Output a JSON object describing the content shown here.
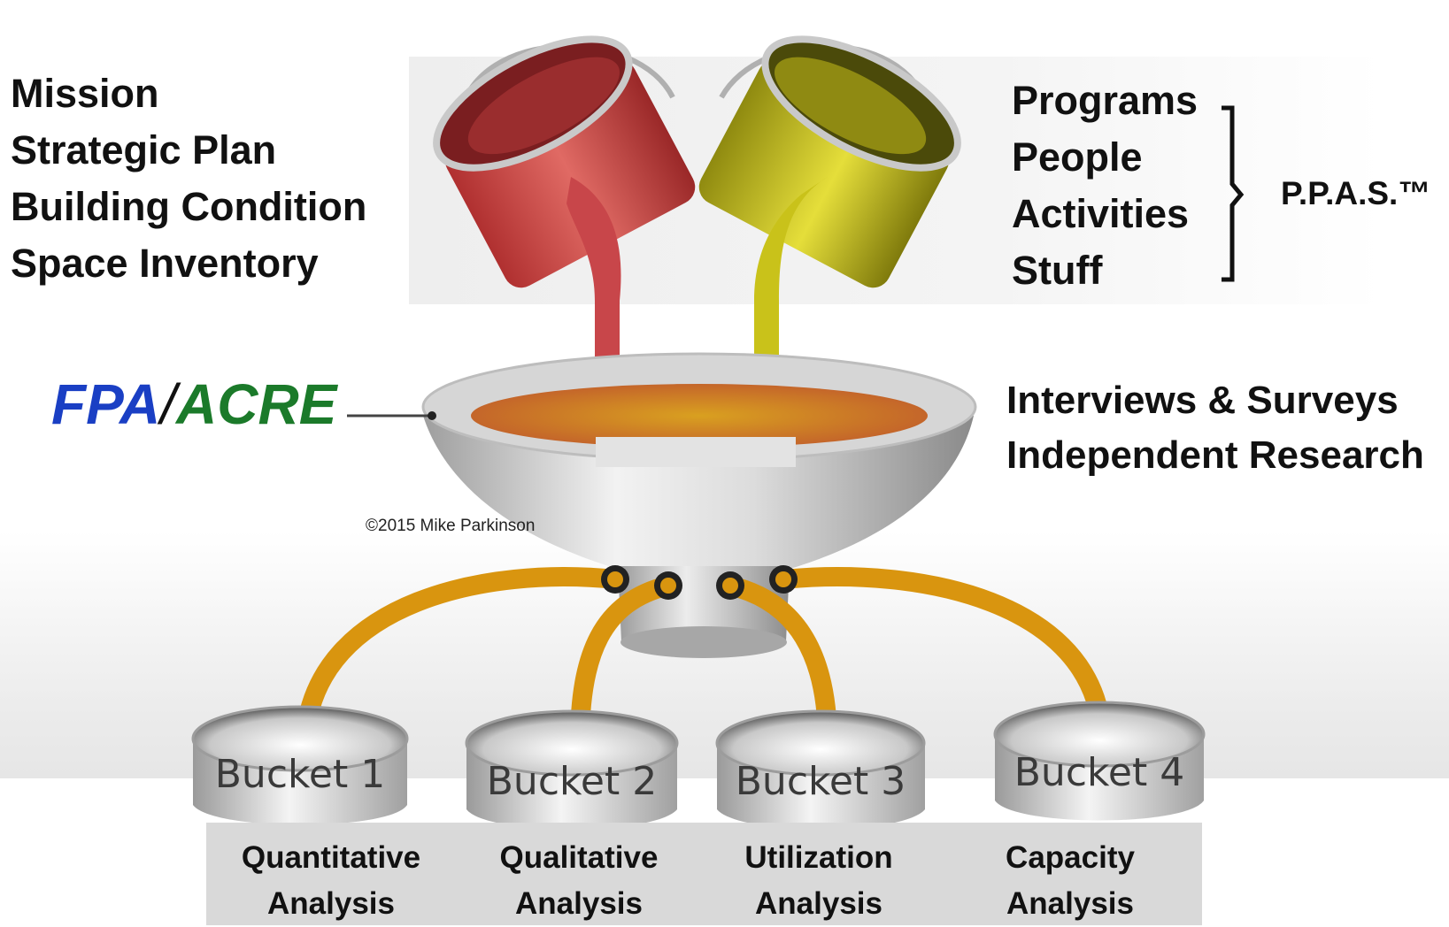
{
  "left_items": [
    "Mission",
    "Strategic Plan",
    "Building Condition",
    "Space Inventory"
  ],
  "right_items": [
    "Programs",
    "People",
    "Activities",
    "Stuff"
  ],
  "ppas_label": "P.P.A.S.™",
  "fpa": {
    "part1": "FPA",
    "separator": "/",
    "part2": "ACRE"
  },
  "research_items": [
    "Interviews & Surveys",
    "Independent Research"
  ],
  "copyright": "©2015 Mike Parkinson",
  "buckets": [
    "Bucket 1",
    "Bucket 2",
    "Bucket 3",
    "Bucket 4"
  ],
  "analyses": [
    {
      "line1": "Quantitative",
      "line2": "Analysis"
    },
    {
      "line1": "Qualitative",
      "line2": "Analysis"
    },
    {
      "line1": "Utilization",
      "line2": "Analysis"
    },
    {
      "line1": "Capacity",
      "line2": "Analysis"
    }
  ],
  "colors": {
    "red_paint": "#c8464a",
    "yellow_paint": "#c9c21a",
    "pipe": "#d9950f",
    "fpa_blue": "#1a3fc4",
    "acre_green": "#1b7a2a"
  }
}
